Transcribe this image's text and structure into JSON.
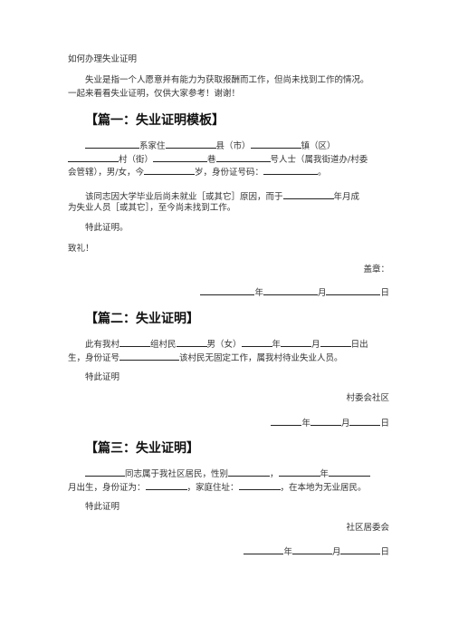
{
  "doc": {
    "title": "如何办理失业证明",
    "intro": {
      "line1": "失业是指一个人愿意并有能力为获取报酬而工作，但尚未找到工作的情况。",
      "line2": "一起来看看失业证明，仅供大家参考！谢谢！"
    }
  },
  "section1": {
    "heading": "【篇一：失业证明模板】",
    "p1": {
      "t1": "系家住",
      "t2": "县（市）",
      "t3": "镇（区）",
      "t4": "村（街）",
      "t5": "巷",
      "t6": "号人士（属我街道办/村委",
      "t7": "会管辖），男/女，今",
      "t8": "岁，身份证号码：",
      "t9": "。"
    },
    "p2": {
      "t1": "该同志因大学毕业后尚未就业［或其它］原因，而于",
      "t2": "年月成",
      "line2": "为失业人员［或其它］，至今尚未找到工作。"
    },
    "certify": "特此证明。",
    "salute": "致礼！",
    "stamp": "盖章：",
    "date": {
      "year": "年",
      "month": "月",
      "day": "日"
    }
  },
  "section2": {
    "heading": "【篇二：失业证明】",
    "p1": {
      "t1": "此有我村",
      "t2": "组村民",
      "t3": "男（女）",
      "t4": "年",
      "t5": "月",
      "t6": "日出",
      "t7": "生，身份证号",
      "t8": "该村民无固定工作，属我村待业失业人员。"
    },
    "certify": "特此证明",
    "issuer": "村委会社区",
    "date": {
      "year": "年",
      "month": "月",
      "day": "日"
    }
  },
  "section3": {
    "heading": "【篇三：失业证明】",
    "p1": {
      "t1": "同志属于我社区居民，性别",
      "t2": "，",
      "t3": "年",
      "t4": "月出生，身份证为：",
      "t5": "，家庭住址：",
      "t6": "，在本地为无业居民。"
    },
    "certify": "特此证明",
    "issuer": "社区居委会",
    "date": {
      "year": "年",
      "month": "月",
      "day": "日"
    }
  }
}
